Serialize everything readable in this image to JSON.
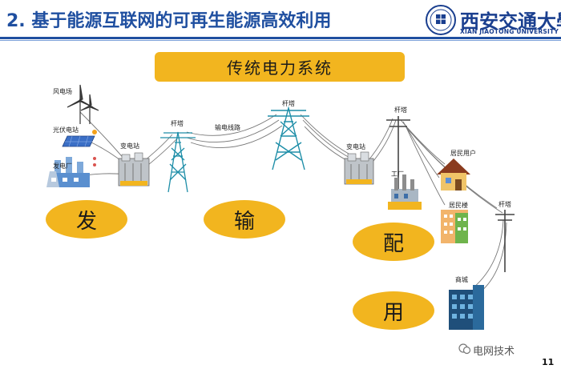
{
  "header": {
    "title": "2. 基于能源互联网的可再生能源高效利用",
    "university_name": "西安交通大學",
    "university_name_en": "XIAN JIAOTONG UNIVERSITY"
  },
  "diagram": {
    "system_title": "传统电力系统",
    "stages": {
      "generation": "发",
      "transmission": "输",
      "distribution": "配",
      "consumption": "用"
    },
    "labels": {
      "wind_farm": "风电场",
      "solar_station": "光伏电站",
      "power_plant": "发电厂",
      "substation_1": "变电站",
      "tower_1": "杆塔",
      "transmission_line": "输电线路",
      "tower_2": "杆塔",
      "substation_2": "变电站",
      "tower_3": "杆塔",
      "resident_user": "居民用户",
      "factory": "工厂",
      "residential_building": "居民楼",
      "tower_4": "杆塔",
      "mall": "商城"
    }
  },
  "footer": {
    "page_number": "11",
    "watermark": "电网技术"
  },
  "colors": {
    "title_blue": "#1f4fa0",
    "accent_yellow": "#f2b51f"
  }
}
